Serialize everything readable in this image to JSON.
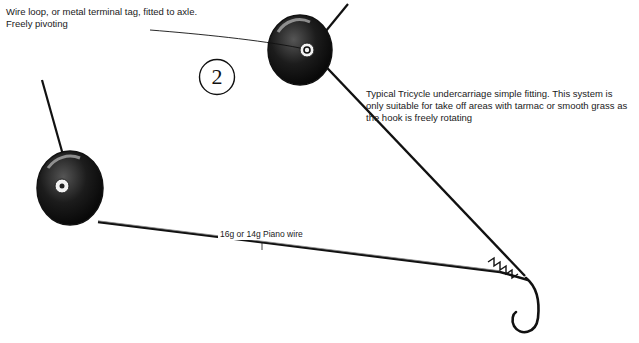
{
  "diagram": {
    "nodes": [
      {
        "text": [
          "2"
        ]
      }
    ],
    "labels": [
      "Wire loop, or metal terminal tag, fitted to axle. Freely pivoting",
      "Typical Tricycle undercarriage simple fitting. This system is only suitable for take off areas with tarmac or smooth grass as the hook is freely rotating",
      "16g or 14g Piano wire"
    ]
  }
}
